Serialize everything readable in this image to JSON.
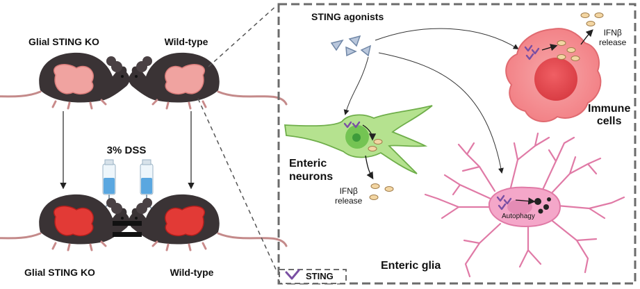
{
  "left_panel": {
    "top_left_label": "Glial STING KO",
    "top_right_label": "Wild-type",
    "treatment_label": "3% DSS",
    "bottom_left_label": "Glial STING KO",
    "bottom_right_label": "Wild-type"
  },
  "right_panel": {
    "agonists_label": "STING agonists",
    "immune_cells_label": "Immune\ncells",
    "immune_release_label": "IFNβ\nrelease",
    "neurons_label": "Enteric\nneurons",
    "neuron_release_label": "IFNβ\nrelease",
    "glia_label": "Enteric glia",
    "autophagy_label": "Autophagy"
  },
  "legend": {
    "sting_label": "STING"
  },
  "colors": {
    "sting": "#7a4fa3",
    "immune": "#f08a8e",
    "neuron": "#8ed36a",
    "glia": "#f4a7c9",
    "colon_healthy": "#f0a3a0",
    "colon_inflamed": "#e23a36",
    "mouse": "#3a3335"
  }
}
